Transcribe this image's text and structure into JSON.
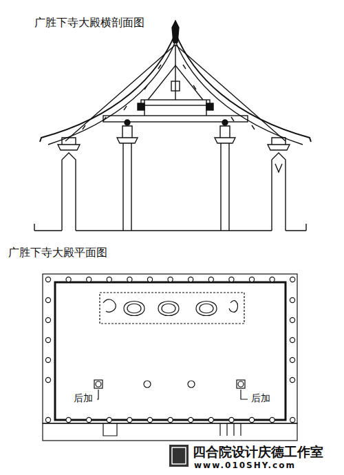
{
  "diagram": {
    "labels": [
      "广胜下寺大殿横剖面图",
      "广胜下寺大殿平面图",
      "后加",
      "后加",
      "四合院设计庆德工作室",
      "www.010SHY.com"
    ]
  }
}
